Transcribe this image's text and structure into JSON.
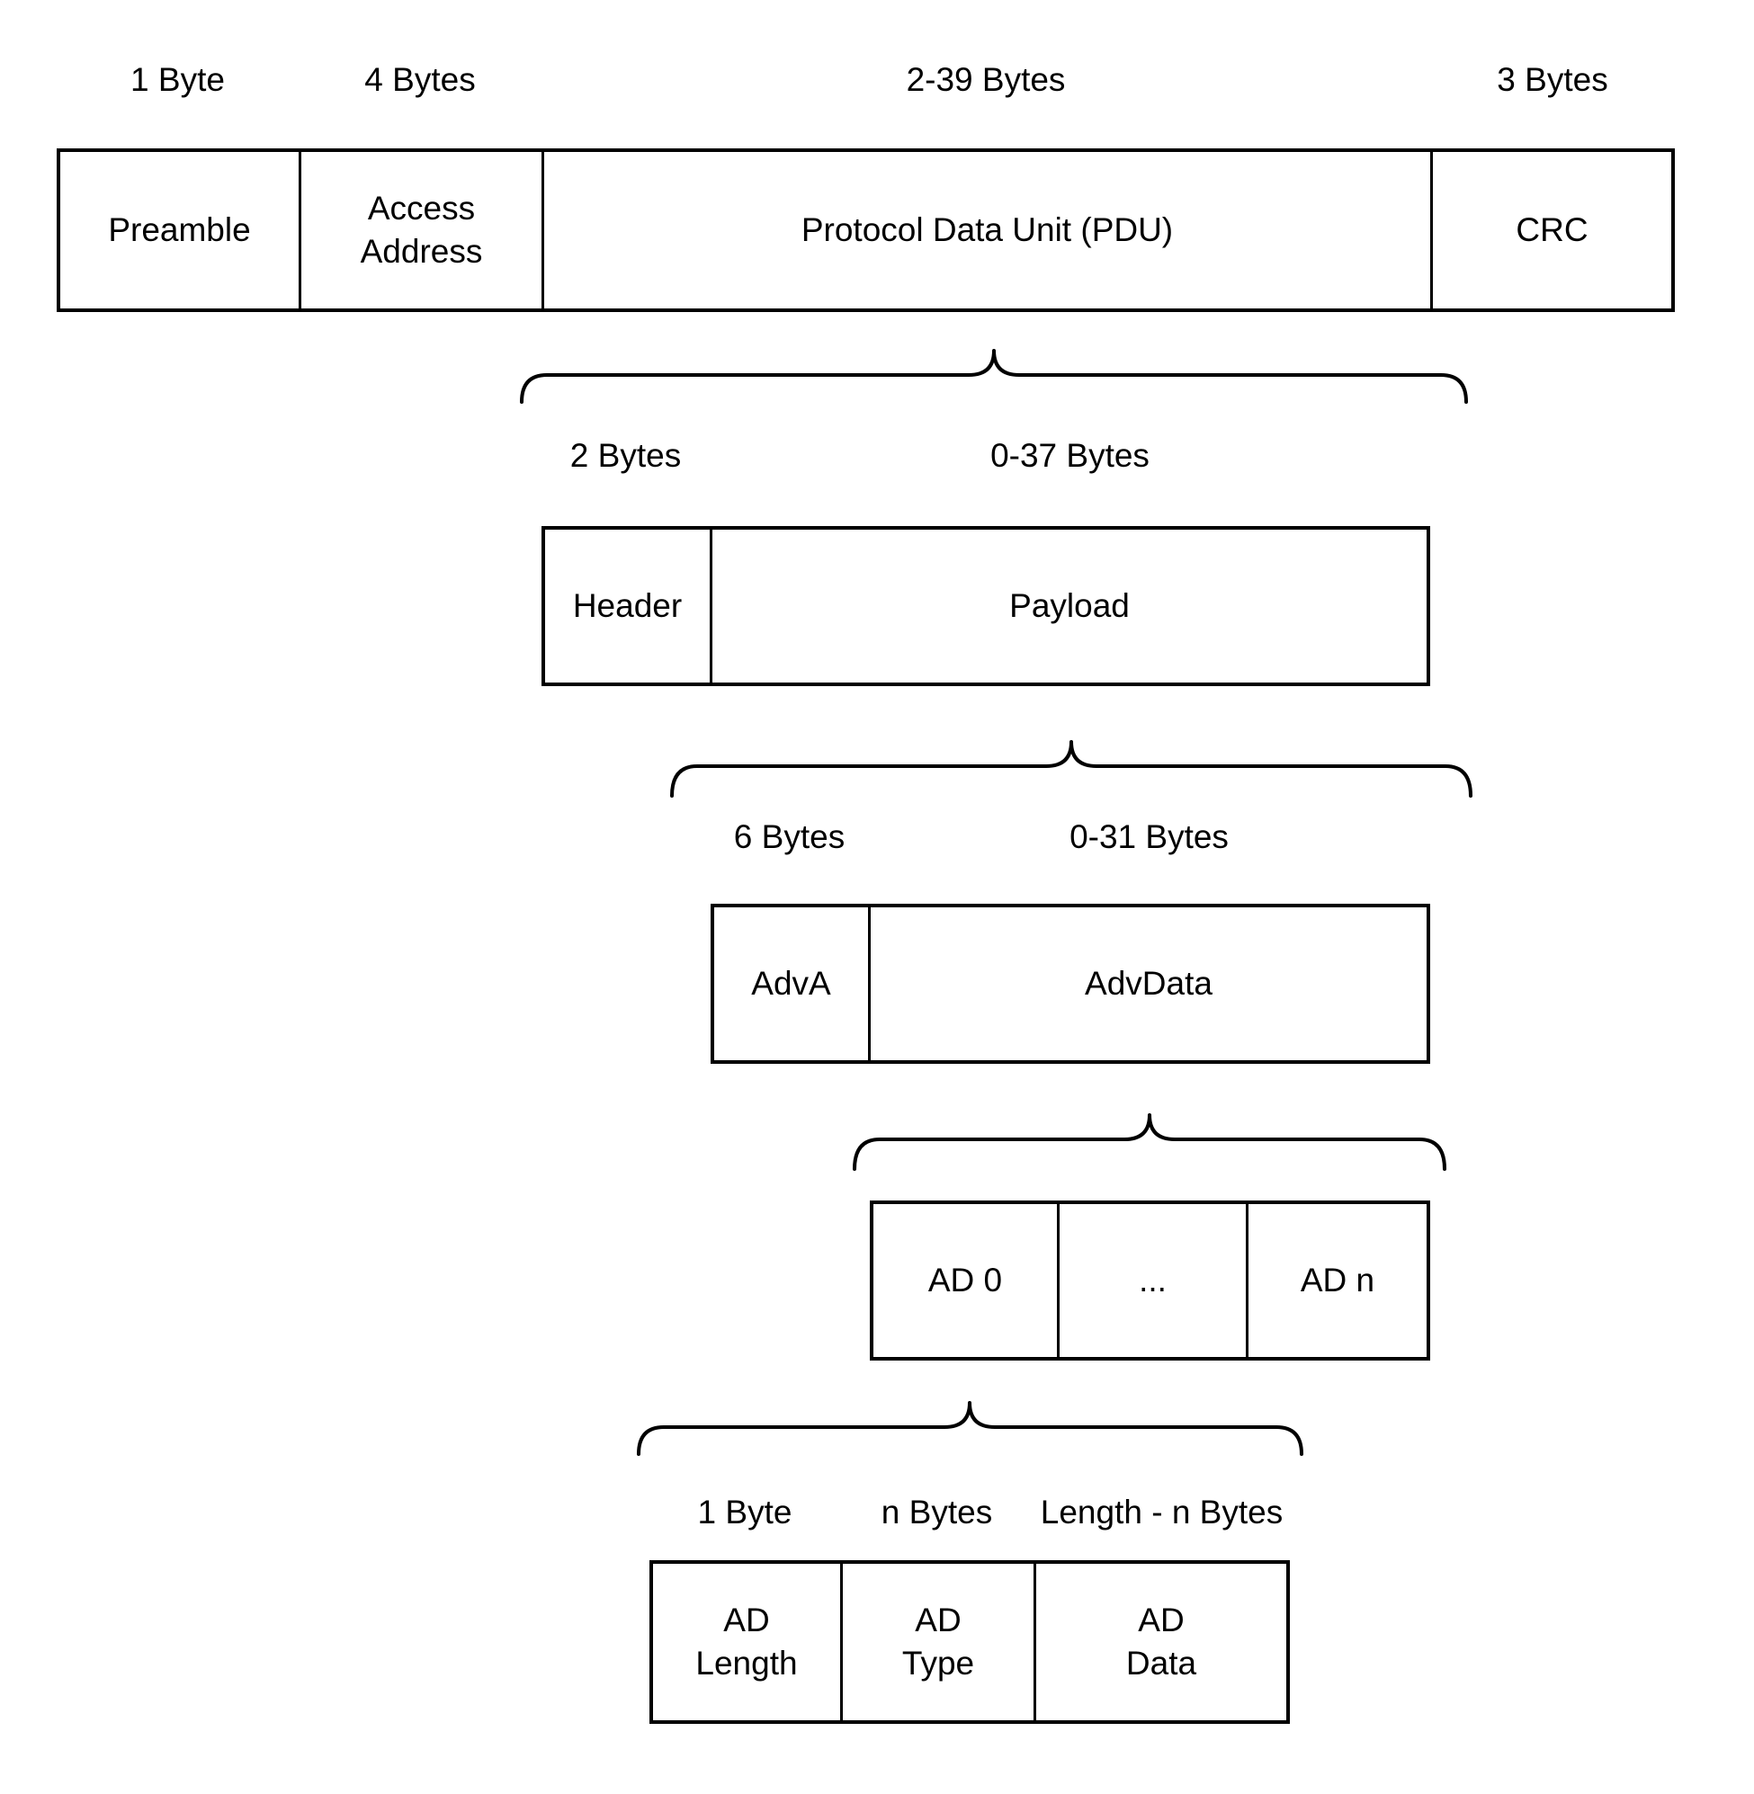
{
  "colors": {
    "background": "#ffffff",
    "line": "#000000",
    "text": "#000000"
  },
  "packet_row": {
    "size_labels": [
      "1 Byte",
      "4 Bytes",
      "2-39 Bytes",
      "3 Bytes"
    ],
    "cells": [
      "Preamble",
      "Access\nAddress",
      "Protocol Data Unit (PDU)",
      "CRC"
    ]
  },
  "pdu_row": {
    "size_labels": [
      "2 Bytes",
      "0-37 Bytes"
    ],
    "cells": [
      "Header",
      "Payload"
    ]
  },
  "payload_row": {
    "size_labels": [
      "6 Bytes",
      "0-31 Bytes"
    ],
    "cells": [
      "AdvA",
      "AdvData"
    ]
  },
  "advdata_row": {
    "cells": [
      "AD 0",
      "...",
      "AD n"
    ]
  },
  "ad_structure_row": {
    "size_labels": [
      "1 Byte",
      "n Bytes",
      "Length - n Bytes"
    ],
    "cells": [
      "AD\nLength",
      "AD\nType",
      "AD\nData"
    ]
  }
}
